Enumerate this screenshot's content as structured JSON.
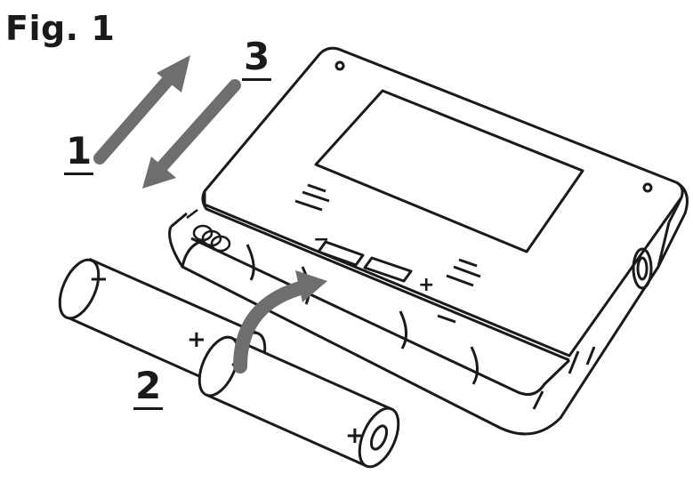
{
  "figure": {
    "title": "Fig. 1"
  },
  "steps": [
    {
      "label": "1"
    },
    {
      "label": "2"
    },
    {
      "label": "3"
    }
  ],
  "symbols": {
    "battery1_minus": "−",
    "battery1_plus": "+",
    "battery2_minus": "−",
    "battery2_plus": "+",
    "compartment_minus": "−",
    "compartment_plus": "+"
  },
  "colors": {
    "line": "#1a1a1a",
    "arrow_gray": "#6e6e6e",
    "background": "#ffffff"
  },
  "icons": [
    "battery-icon",
    "device-icon",
    "arrow-icon"
  ]
}
